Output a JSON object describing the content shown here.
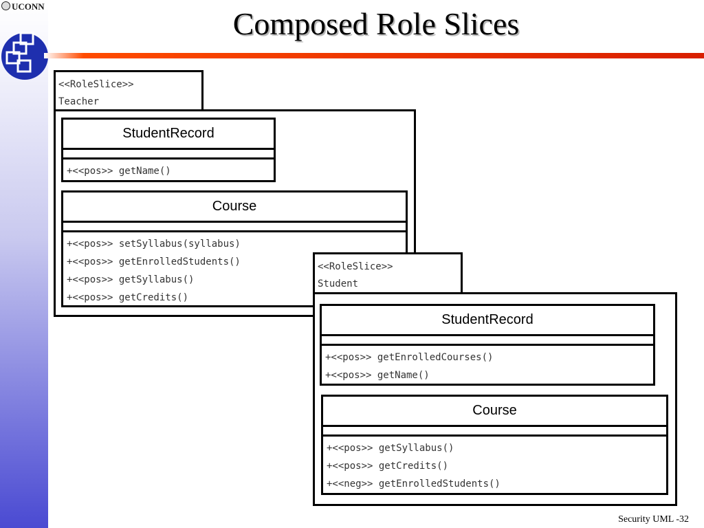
{
  "header": {
    "university": "UCONN",
    "title": "Composed Role Slices"
  },
  "footer": {
    "text": "Security UML -32"
  },
  "teacher": {
    "stereotype": "<<RoleSlice>>",
    "name": "Teacher",
    "classes": [
      {
        "name": "StudentRecord",
        "operations": [
          "+<<pos>> getName()"
        ]
      },
      {
        "name": "Course",
        "operations": [
          "+<<pos>> setSyllabus(syllabus)",
          "+<<pos>> getEnrolledStudents()",
          "+<<pos>> getSyllabus()",
          "+<<pos>> getCredits()"
        ]
      }
    ]
  },
  "student": {
    "stereotype": "<<RoleSlice>>",
    "name": "Student",
    "classes": [
      {
        "name": "StudentRecord",
        "operations": [
          "+<<pos>> getEnrolledCourses()",
          "+<<pos>> getName()"
        ]
      },
      {
        "name": "Course",
        "operations": [
          "+<<pos>> getSyllabus()",
          "+<<pos>> getCredits()",
          "+<<neg>> getEnrolledStudents()"
        ]
      }
    ]
  }
}
